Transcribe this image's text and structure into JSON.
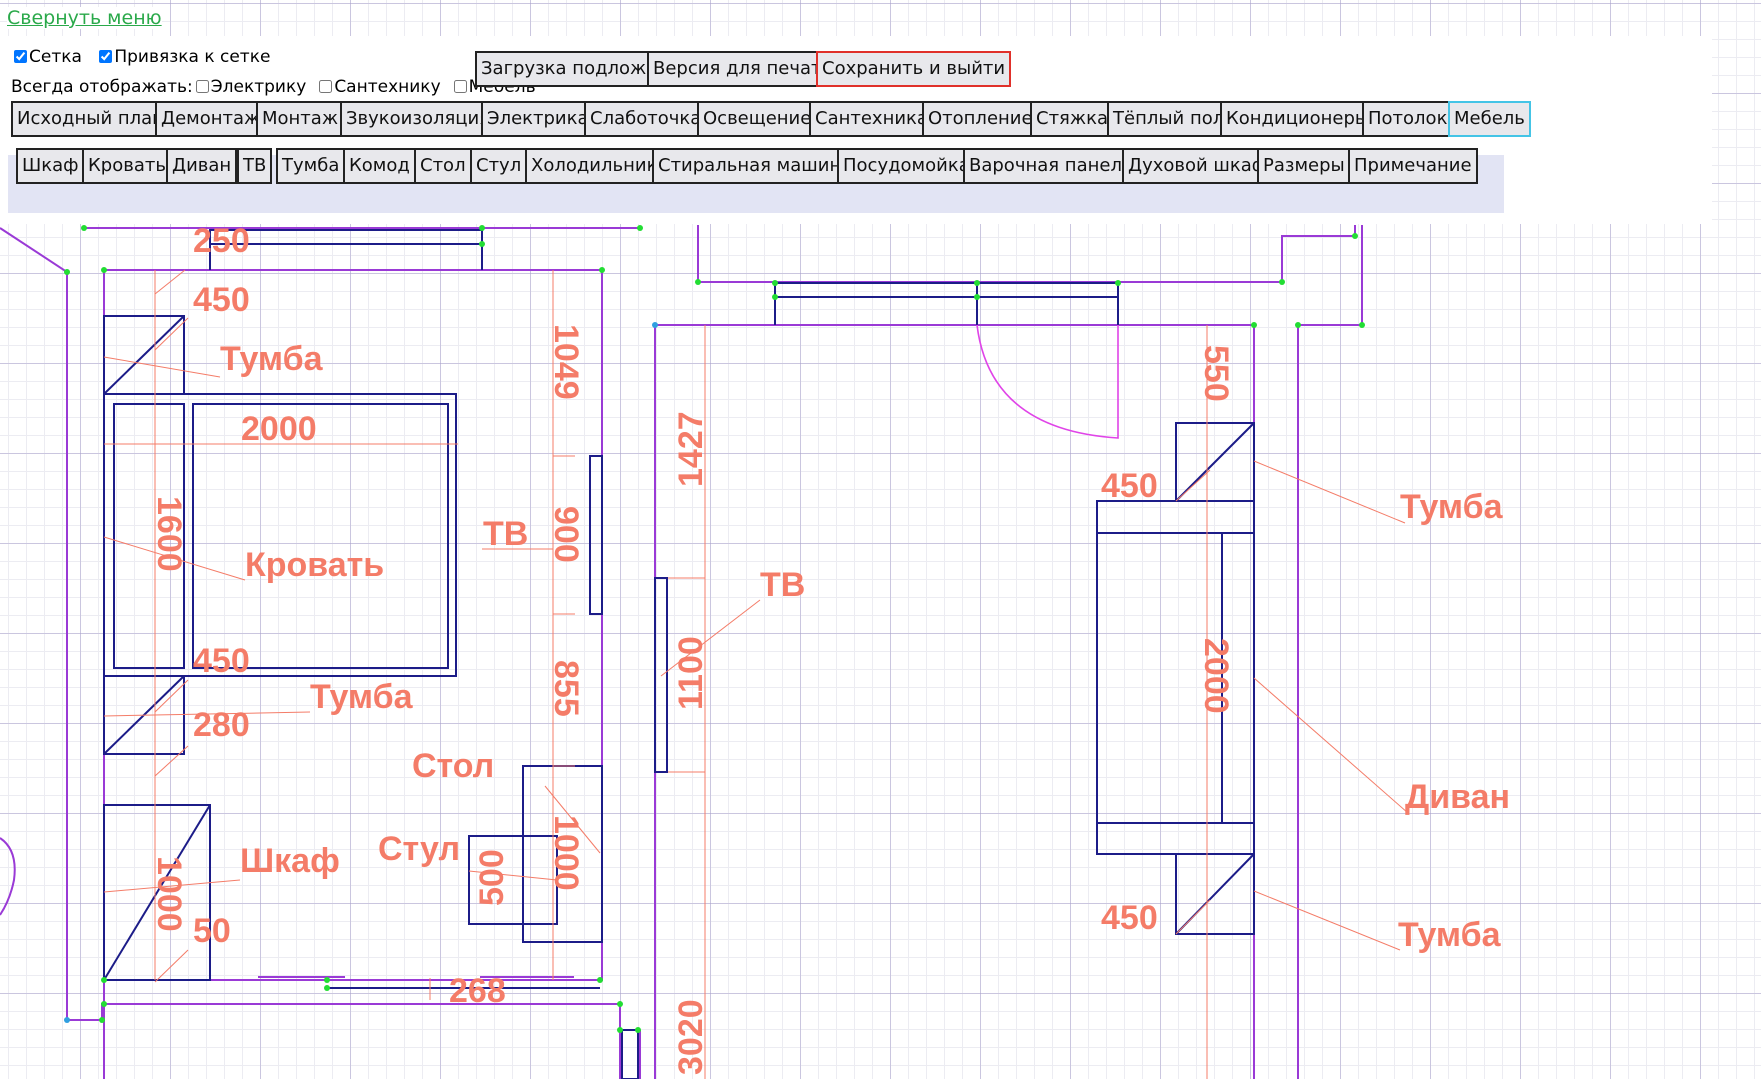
{
  "menu": {
    "collapse_label": "Свернуть меню"
  },
  "options": {
    "grid_label": "Сетка",
    "grid_checked": true,
    "snap_label": "Привязка к сетке",
    "snap_checked": true
  },
  "always_show": {
    "label": "Всегда отображать:",
    "items": [
      {
        "label": "Электрику",
        "checked": false
      },
      {
        "label": "Сантехнику",
        "checked": false
      },
      {
        "label": "Мебель",
        "checked": false
      }
    ]
  },
  "actions": {
    "upload_underlay": "Загрузка подложки",
    "print_version": "Версия для печати",
    "save_exit": "Сохранить и выйти"
  },
  "stages": [
    "Исходный план",
    "Демонтаж",
    "Монтаж",
    "Звукоизоляция",
    "Электрика",
    "Слаботочка",
    "Освещение",
    "Сантехника",
    "Отопление",
    "Стяжка",
    "Тёплый пол",
    "Кондиционеры",
    "Потолок",
    "Мебель"
  ],
  "active_stage": "Мебель",
  "furniture_tools": [
    "Шкаф",
    "Кровать",
    "Диван",
    "ТВ",
    "Тумба",
    "Комод",
    "Стол",
    "Стул",
    "Холодильник",
    "Стиральная машина",
    "Посудомойка",
    "Варочная панель",
    "Духовой шкаф",
    "Размеры",
    "Примечание"
  ],
  "plan": {
    "labels": {
      "tumba_1": "Тумба",
      "tumba_2": "Тумба",
      "tumba_3": "Тумба",
      "tumba_4": "Тумба",
      "bed": "Кровать",
      "tv_1": "ТВ",
      "tv_2": "ТВ",
      "table": "Стол",
      "chair": "Стул",
      "wardrobe": "Шкаф",
      "sofa": "Диван"
    },
    "dimensions": {
      "d250": "250",
      "d450a": "450",
      "d2000a": "2000",
      "d1600": "1600",
      "d450b": "450",
      "d280": "280",
      "d1000a": "1000",
      "d50": "50",
      "d268": "268",
      "d1049": "1049",
      "d900": "900",
      "d855": "855",
      "d1000b": "1000",
      "d500": "500",
      "d1427": "1427",
      "d1100": "1100",
      "d3020": "3020",
      "d550": "550",
      "d450c": "450",
      "d2000b": "2000",
      "d450d": "450"
    }
  },
  "colors": {
    "wall": "#9a3ad6",
    "furniture": "#1c1c88",
    "dimension": "#f47c68",
    "door_arc": "#e044e8",
    "node": "#22dd33",
    "link": "#2aa94a"
  }
}
